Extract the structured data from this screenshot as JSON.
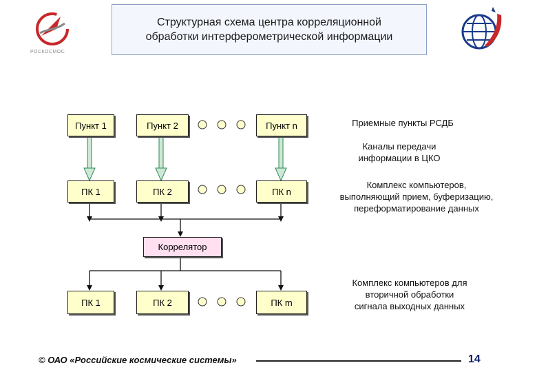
{
  "title": "Структурная схема центра корреляционной\nобработки интерферометрической информации",
  "logo_left": {
    "icon": "roscosmos-logo",
    "text": "РОСКОСМОС",
    "color": "#c8282a"
  },
  "logo_right": {
    "icon": "rss-globe-logo",
    "colors": [
      "#1a3a8a",
      "#c8282a"
    ]
  },
  "rows": {
    "stations": [
      "Пункт 1",
      "Пункт 2",
      "Пункт n"
    ],
    "pk_primary": [
      "ПК 1",
      "ПК 2",
      "ПК n"
    ],
    "correlator": "Коррелятор",
    "pk_secondary": [
      "ПК 1",
      "ПК 2",
      "ПК m"
    ]
  },
  "descriptions": {
    "stations": "Приемные пункты РСДБ",
    "channels": "Каналы передачи\nинформации в ЦКО",
    "pk_primary": "Комплекс компьютеров,\nвыполняющий прием, буферизацию,\nпереформатирование данных",
    "pk_secondary": "Комплекс компьютеров для\nвторичной обработки\nсигнала выходных данных"
  },
  "colors": {
    "box_yellow": "#ffffcc",
    "box_pink": "#ffdff0",
    "arrow_green": "#2e8b57",
    "arrow_fill": "#cfe8d6"
  },
  "footer": {
    "text": "© ОАО «Российские космические системы»",
    "page": "14"
  }
}
